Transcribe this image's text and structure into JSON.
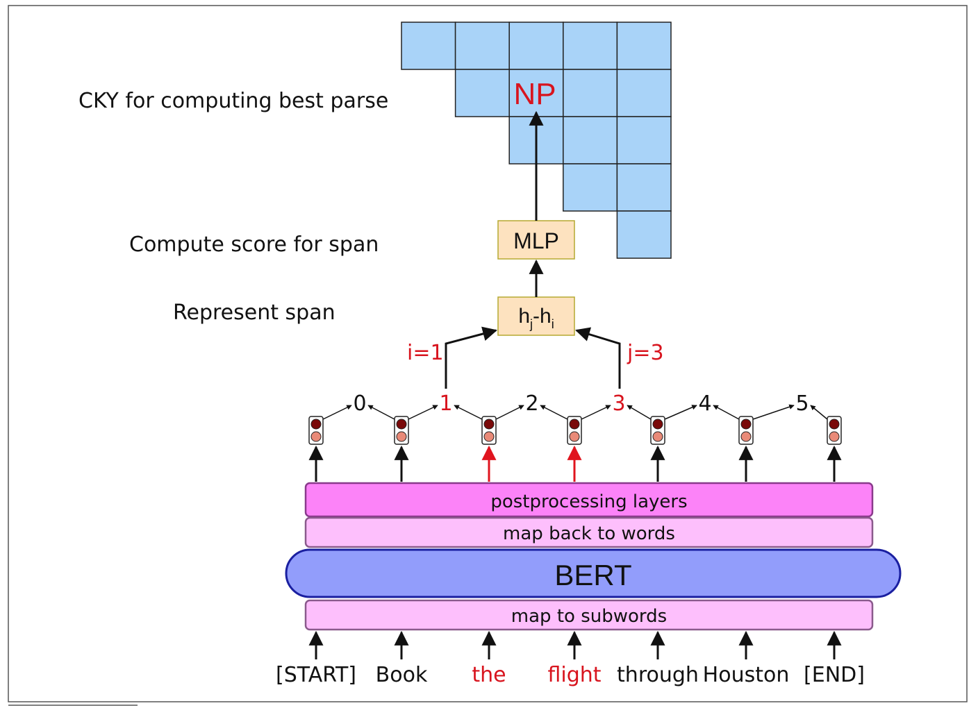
{
  "steps": {
    "cky": "CKY for computing best parse",
    "score": "Compute score for span",
    "represent": "Represent span"
  },
  "chart_cell_label": "NP",
  "mlp_label": "MLP",
  "span_rep": {
    "h_j": "h",
    "j_sub": "j",
    "dash": "-",
    "h_i": "h",
    "i_sub": "i"
  },
  "span_indices": {
    "i": "i=1",
    "j": "j=3"
  },
  "fencepost_labels": [
    "0",
    "1",
    "2",
    "3",
    "4",
    "5"
  ],
  "highlighted_fenceposts": [
    1,
    3
  ],
  "layers": {
    "postprocessing": "postprocessing layers",
    "map_back": "map back to words",
    "bert": "BERT",
    "map_subwords": "map to subwords"
  },
  "tokens": [
    "[START]",
    "Book",
    "the",
    "flight",
    "through",
    "Houston",
    "[END]"
  ],
  "highlighted_tokens": [
    2,
    3
  ],
  "colors": {
    "chart_cell": "#a9d3f8",
    "box_fill": "#fde2bf",
    "postprocessing": "#fc83f8",
    "map_layer": "#fdbffc",
    "bert": "#929dfb",
    "bert_border": "#1a1fa0",
    "highlight_red": "#d8141e"
  }
}
